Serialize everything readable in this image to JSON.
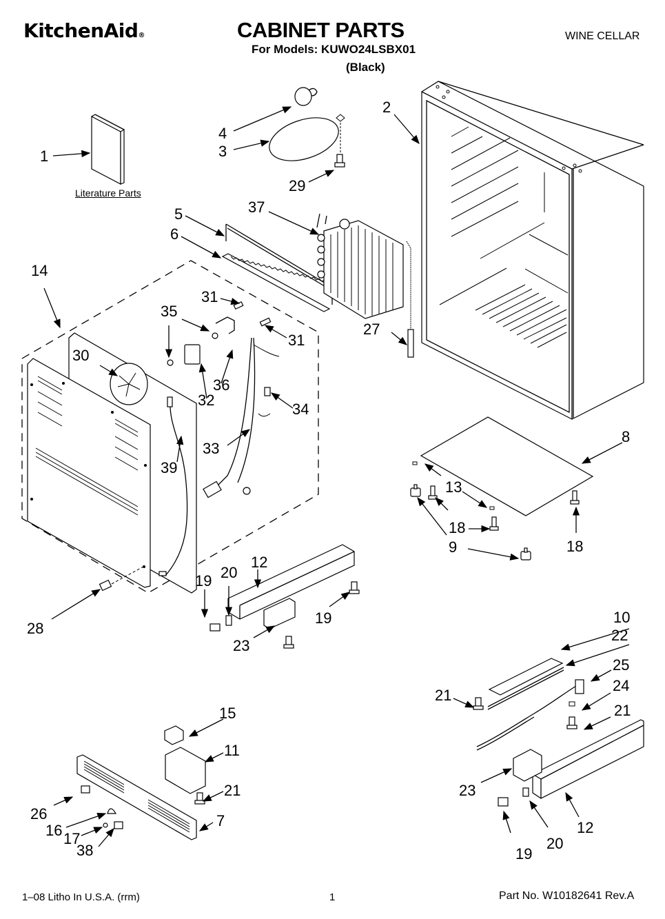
{
  "header": {
    "brand": "KitchenAid",
    "brand_mark": "®",
    "title": "CABINET PARTS",
    "models": "For Models: KUWO24LSBX01",
    "variant": "(Black)",
    "category": "WINE CELLAR"
  },
  "literature_label": "Literature Parts",
  "footer": {
    "print_info": "1–08 Litho In U.S.A. (rrm)",
    "page_number": "1",
    "part_number": "Part No. W10182641 Rev.A"
  },
  "callouts": [
    {
      "id": "c1",
      "label": "1"
    },
    {
      "id": "c2",
      "label": "2"
    },
    {
      "id": "c3",
      "label": "3"
    },
    {
      "id": "c4",
      "label": "4"
    },
    {
      "id": "c5",
      "label": "5"
    },
    {
      "id": "c6",
      "label": "6"
    },
    {
      "id": "c7",
      "label": "7"
    },
    {
      "id": "c8",
      "label": "8"
    },
    {
      "id": "c9",
      "label": "9"
    },
    {
      "id": "c10",
      "label": "10"
    },
    {
      "id": "c11",
      "label": "11"
    },
    {
      "id": "c12a",
      "label": "12"
    },
    {
      "id": "c12b",
      "label": "12"
    },
    {
      "id": "c13",
      "label": "13"
    },
    {
      "id": "c14",
      "label": "14"
    },
    {
      "id": "c15",
      "label": "15"
    },
    {
      "id": "c16",
      "label": "16"
    },
    {
      "id": "c17",
      "label": "17"
    },
    {
      "id": "c18a",
      "label": "18"
    },
    {
      "id": "c18b",
      "label": "18"
    },
    {
      "id": "c19a",
      "label": "19"
    },
    {
      "id": "c19b",
      "label": "19"
    },
    {
      "id": "c19c",
      "label": "19"
    },
    {
      "id": "c20a",
      "label": "20"
    },
    {
      "id": "c20b",
      "label": "20"
    },
    {
      "id": "c21a",
      "label": "21"
    },
    {
      "id": "c21b",
      "label": "21"
    },
    {
      "id": "c21c",
      "label": "21"
    },
    {
      "id": "c22",
      "label": "22"
    },
    {
      "id": "c23a",
      "label": "23"
    },
    {
      "id": "c23b",
      "label": "23"
    },
    {
      "id": "c24",
      "label": "24"
    },
    {
      "id": "c25",
      "label": "25"
    },
    {
      "id": "c26",
      "label": "26"
    },
    {
      "id": "c27",
      "label": "27"
    },
    {
      "id": "c28",
      "label": "28"
    },
    {
      "id": "c29",
      "label": "29"
    },
    {
      "id": "c30",
      "label": "30"
    },
    {
      "id": "c31a",
      "label": "31"
    },
    {
      "id": "c31b",
      "label": "31"
    },
    {
      "id": "c32",
      "label": "32"
    },
    {
      "id": "c33",
      "label": "33"
    },
    {
      "id": "c34",
      "label": "34"
    },
    {
      "id": "c35",
      "label": "35"
    },
    {
      "id": "c36",
      "label": "36"
    },
    {
      "id": "c37",
      "label": "37"
    },
    {
      "id": "c38",
      "label": "38"
    },
    {
      "id": "c39",
      "label": "39"
    }
  ]
}
